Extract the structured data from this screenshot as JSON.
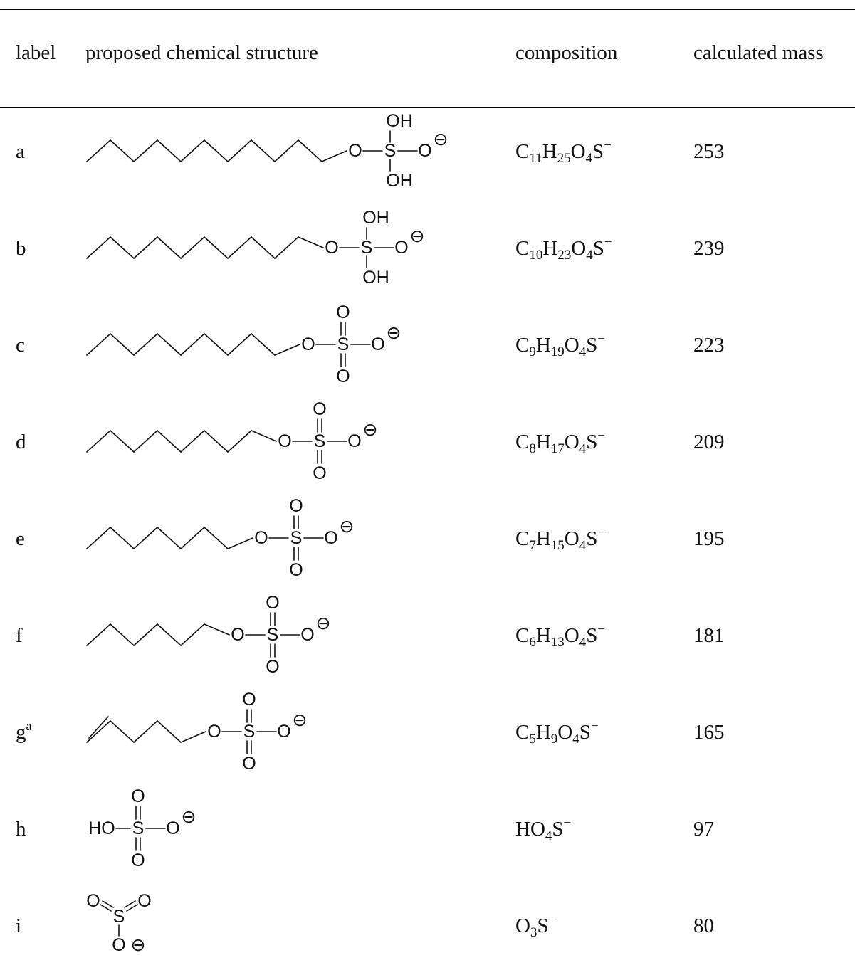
{
  "table": {
    "headers": {
      "label": "label",
      "structure": "proposed chemical structure",
      "composition": "composition",
      "mass": "calculated mass"
    },
    "rows": [
      {
        "label": "a",
        "label_sup": "",
        "tail": 11,
        "variant": "OH",
        "composition": [
          [
            "C",
            "11"
          ],
          [
            "H",
            "25"
          ],
          [
            "O",
            "4"
          ],
          [
            "S",
            ""
          ]
        ],
        "charge": "−",
        "mass": "253"
      },
      {
        "label": "b",
        "label_sup": "",
        "tail": 10,
        "variant": "OH",
        "composition": [
          [
            "C",
            "10"
          ],
          [
            "H",
            "23"
          ],
          [
            "O",
            "4"
          ],
          [
            "S",
            ""
          ]
        ],
        "charge": "−",
        "mass": "239"
      },
      {
        "label": "c",
        "label_sup": "",
        "tail": 9,
        "variant": "O",
        "composition": [
          [
            "C",
            "9"
          ],
          [
            "H",
            "19"
          ],
          [
            "O",
            "4"
          ],
          [
            "S",
            ""
          ]
        ],
        "charge": "−",
        "mass": "223"
      },
      {
        "label": "d",
        "label_sup": "",
        "tail": 8,
        "variant": "O",
        "composition": [
          [
            "C",
            "8"
          ],
          [
            "H",
            "17"
          ],
          [
            "O",
            "4"
          ],
          [
            "S",
            ""
          ]
        ],
        "charge": "−",
        "mass": "209"
      },
      {
        "label": "e",
        "label_sup": "",
        "tail": 7,
        "variant": "O",
        "composition": [
          [
            "C",
            "7"
          ],
          [
            "H",
            "15"
          ],
          [
            "O",
            "4"
          ],
          [
            "S",
            ""
          ]
        ],
        "charge": "−",
        "mass": "195"
      },
      {
        "label": "f",
        "label_sup": "",
        "tail": 6,
        "variant": "O",
        "composition": [
          [
            "C",
            "6"
          ],
          [
            "H",
            "13"
          ],
          [
            "O",
            "4"
          ],
          [
            "S",
            ""
          ]
        ],
        "charge": "−",
        "mass": "181"
      },
      {
        "label": "g",
        "label_sup": "a",
        "tail": 5,
        "variant": "alkene",
        "composition": [
          [
            "C",
            "5"
          ],
          [
            "H",
            "9"
          ],
          [
            "O",
            "4"
          ],
          [
            "S",
            ""
          ]
        ],
        "charge": "−",
        "mass": "165"
      },
      {
        "label": "h",
        "label_sup": "",
        "tail": 0,
        "variant": "HO",
        "composition": [
          [
            "HO",
            "4"
          ],
          [
            "S",
            ""
          ]
        ],
        "charge": "−",
        "mass": "97"
      },
      {
        "label": "i",
        "label_sup": "",
        "tail": 0,
        "variant": "SO3",
        "composition": [
          [
            "O",
            "3"
          ],
          [
            "S",
            ""
          ]
        ],
        "charge": "−",
        "mass": "80"
      }
    ],
    "atoms": {
      "O": "O",
      "S": "S",
      "OH": "OH",
      "HO": "HO",
      "minus": "⊖"
    }
  }
}
